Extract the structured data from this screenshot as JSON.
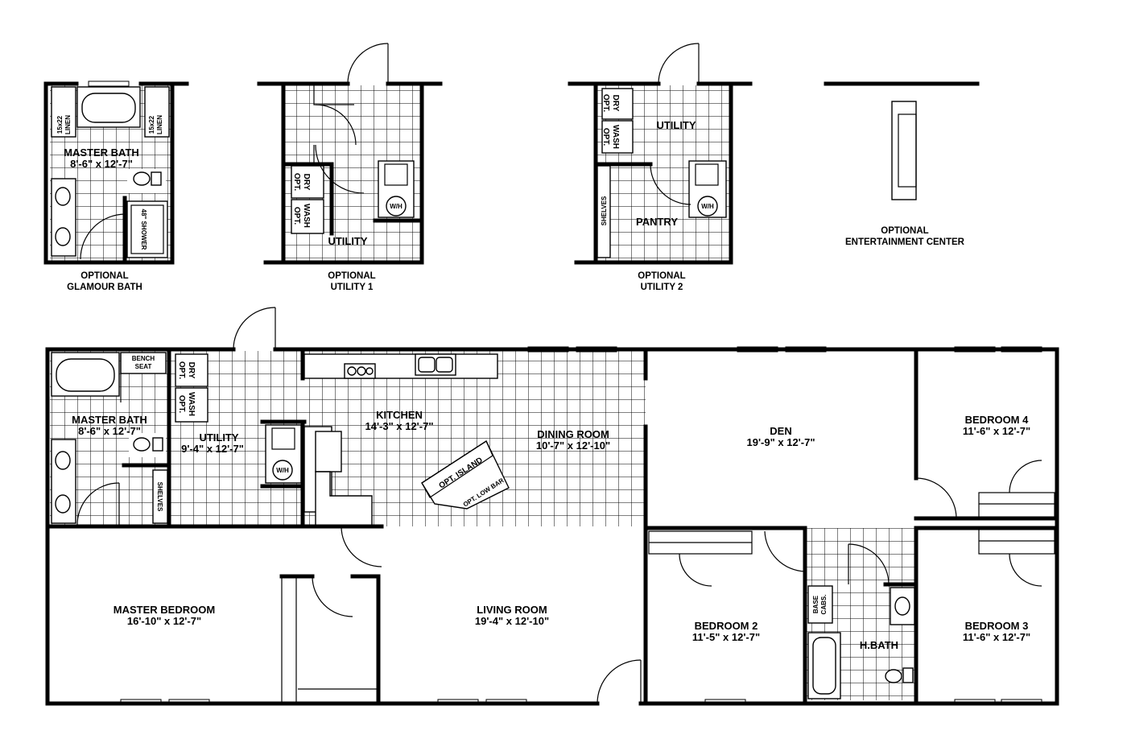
{
  "optional_plans": {
    "glamour_bath": {
      "caption_line1": "OPTIONAL",
      "caption_line2": "GLAMOUR BATH",
      "room_name": "MASTER BATH",
      "room_size": "8'-6\" x 12'-7\"",
      "linen_size": "15x22",
      "linen_label": "LINEN",
      "shower_label": "48\" SHOWER"
    },
    "utility_1": {
      "caption_line1": "OPTIONAL",
      "caption_line2": "UTILITY 1",
      "room_name": "UTILITY",
      "dry_label": "DRY",
      "wash_label": "WASH",
      "opt_label": "OPT.",
      "wh_label": "W/H"
    },
    "utility_2": {
      "caption_line1": "OPTIONAL",
      "caption_line2": "UTILITY 2",
      "room_name": "UTILITY",
      "pantry_label": "PANTRY",
      "shelves_label": "SHELVES",
      "dry_label": "DRY",
      "wash_label": "WASH",
      "opt_label": "OPT.",
      "wh_label": "W/H"
    },
    "entertainment": {
      "caption_line1": "OPTIONAL",
      "caption_line2": "ENTERTAINMENT CENTER"
    }
  },
  "main_plan": {
    "rooms": {
      "master_bath": {
        "name": "MASTER BATH",
        "size": "8'-6\" x 12'-7\""
      },
      "utility": {
        "name": "UTILITY",
        "size": "9'-4\" x 12'-7\""
      },
      "kitchen": {
        "name": "KITCHEN",
        "size": "14'-3\" x 12'-7\""
      },
      "dining_room": {
        "name": "DINING ROOM",
        "size": "10'-7\" x 12'-10\""
      },
      "den": {
        "name": "DEN",
        "size": "19'-9\" x 12'-7\""
      },
      "bedroom_4": {
        "name": "BEDROOM 4",
        "size": "11'-6\" x 12'-7\""
      },
      "master_bedroom": {
        "name": "MASTER BEDROOM",
        "size": "16'-10\" x 12'-7\""
      },
      "living_room": {
        "name": "LIVING ROOM",
        "size": "19'-4\" x 12'-10\""
      },
      "bedroom_2": {
        "name": "BEDROOM 2",
        "size": "11'-5\" x 12'-7\""
      },
      "h_bath": {
        "name": "H.BATH",
        "size": ""
      },
      "bedroom_3": {
        "name": "BEDROOM 3",
        "size": "11'-6\" x 12'-7\""
      }
    },
    "labels": {
      "bench": "BENCH",
      "seat": "SEAT",
      "shelves": "SHELVES",
      "dry": "DRY",
      "wash": "WASH",
      "opt": "OPT.",
      "wh": "W/H",
      "opt_island": "OPT. ISLAND",
      "opt_low_bar": "OPT. LOW BAR",
      "base": "BASE",
      "cabs": "CABS."
    }
  }
}
